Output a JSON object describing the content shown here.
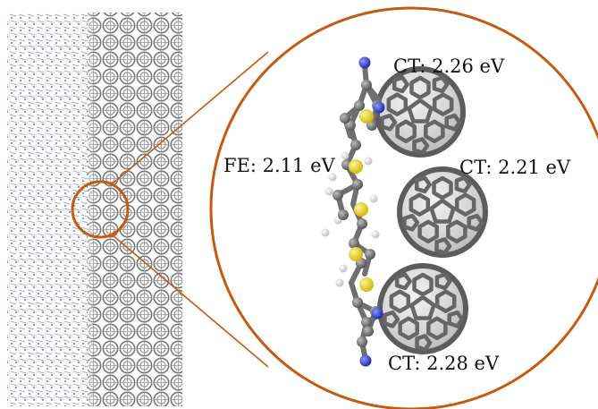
{
  "labels": {
    "fe": "FE: 2.11 eV",
    "ct_top": "CT: 2.26 eV",
    "ct_middle": "CT: 2.21 eV",
    "ct_bottom": "CT: 2.28 eV"
  },
  "colors": {
    "accent_ring": "#c55a11",
    "carbon": "#7a7a7a",
    "sulfur": "#e0d21a",
    "nitrogen": "#2a35c8",
    "hydrogen": "#e8e8e8",
    "fullerene_bond": "#6a6a6a"
  },
  "icons": {
    "fullerene": "fullerene-c60-icon",
    "donor": "donor-molecule-icon"
  }
}
